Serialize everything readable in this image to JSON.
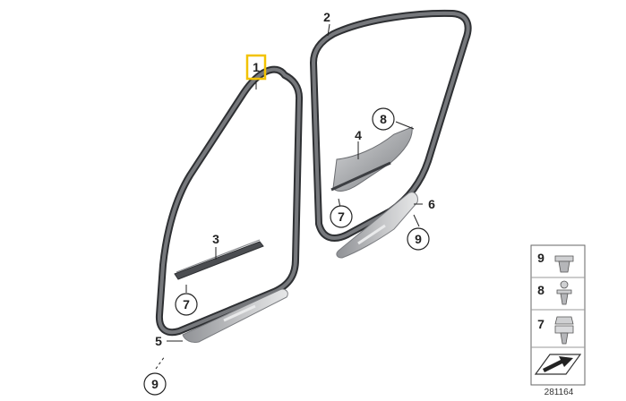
{
  "callouts": {
    "c1": "1",
    "c2": "2",
    "c3": "3",
    "c4": "4",
    "c5": "5",
    "c6": "6",
    "c7a": "7",
    "c7b": "7",
    "c8": "8",
    "c9a": "9",
    "c9b": "9"
  },
  "legend": {
    "items": [
      "9",
      "8",
      "7"
    ]
  },
  "diagram_id": "281164",
  "colors": {
    "seal": "#5a5c60",
    "seal_edge": "#2e3033",
    "highlight": "#f2c200",
    "trim": "#9a9ca0"
  }
}
